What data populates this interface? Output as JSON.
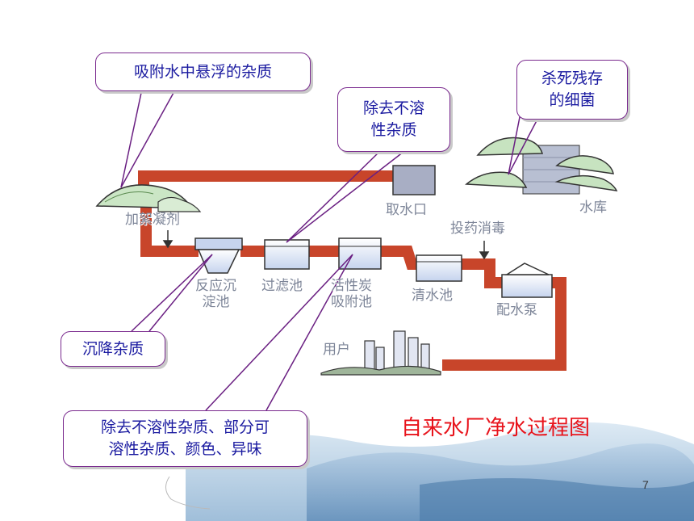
{
  "title": "自来水厂净水过程图",
  "page_number": "7",
  "callouts": {
    "adsorb": "吸附水中悬浮的杂质",
    "insoluble_l1": "除去不溶",
    "insoluble_l2": "性杂质",
    "kill_l1": "杀死残存",
    "kill_l2": "的细菌",
    "settle": "沉降杂质",
    "carbon_l1": "除去不溶性杂质、部分可",
    "carbon_l2": "溶性杂质、颜色、异味"
  },
  "labels": {
    "coagulant": "加絮凝剂",
    "intake": "取水口",
    "reservoir": "水库",
    "disinfect": "投药消毒",
    "sedimentation_l1": "反应沉",
    "sedimentation_l2": "淀池",
    "filter": "过滤池",
    "carbon_l1": "活性炭",
    "carbon_l2": "吸附池",
    "clear_water": "清水池",
    "pump": "配水泵",
    "user": "用户"
  },
  "colors": {
    "pipe": "#c8452a",
    "callout_border": "#7a2a8e",
    "callout_text": "#1a1aa0",
    "title": "#e8141c",
    "label": "#7d8598"
  }
}
